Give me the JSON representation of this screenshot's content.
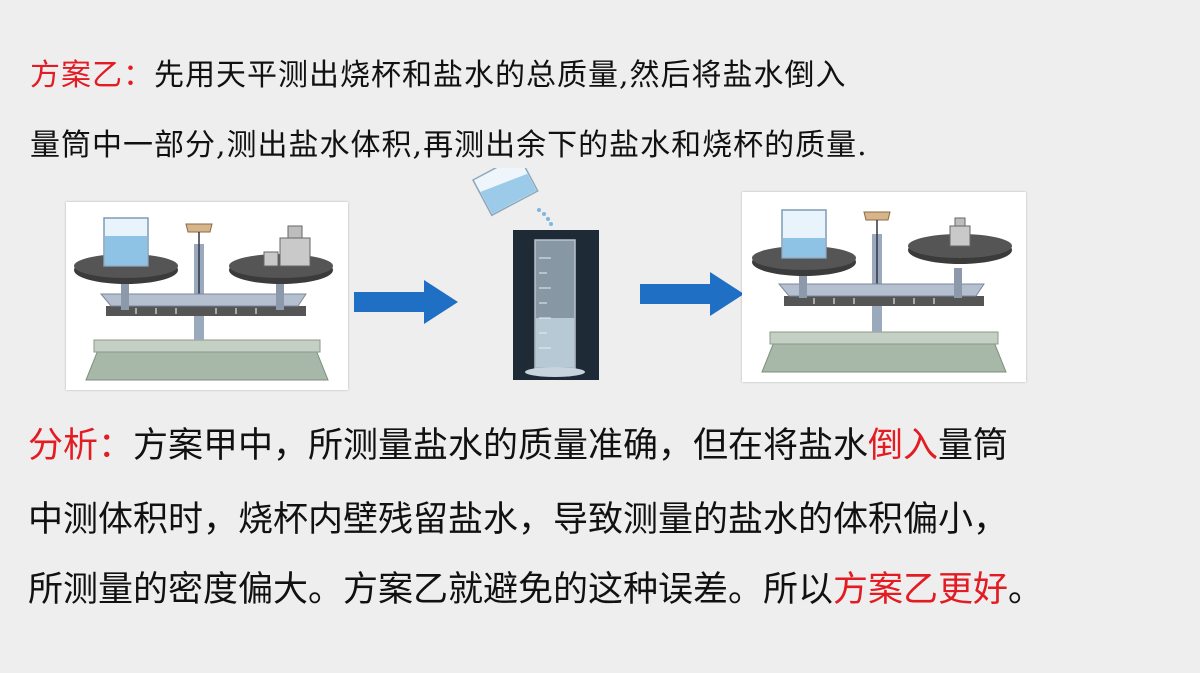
{
  "scheme_b": {
    "label": "方案乙：",
    "line1": "先用天平测出烧杯和盐水的总质量,然后将盐水倒入",
    "line2": "量筒中一部分,测出盐水体积,再测出余下的盐水和烧杯的质量."
  },
  "analysis": {
    "label": "分析：",
    "line1_a": "方案甲中，所测量盐水的质量准确，但在将盐水",
    "line1_highlight": "倒入",
    "line1_b": "量筒",
    "line2": "中测体积时，烧杯内壁残留盐水，导致测量的盐水的体积偏小，",
    "line3_a": "所测量的密度偏大。方案乙就避免的这种误差。所以",
    "line3_highlight": "方案乙更好",
    "line3_end": "。"
  },
  "colors": {
    "accent_red": "#e31b23",
    "arrow_blue": "#1f6fc4"
  },
  "icons": [
    "balance-scale-image",
    "arrow-right-icon",
    "graduated-cylinder-image",
    "beaker-pouring-image"
  ]
}
